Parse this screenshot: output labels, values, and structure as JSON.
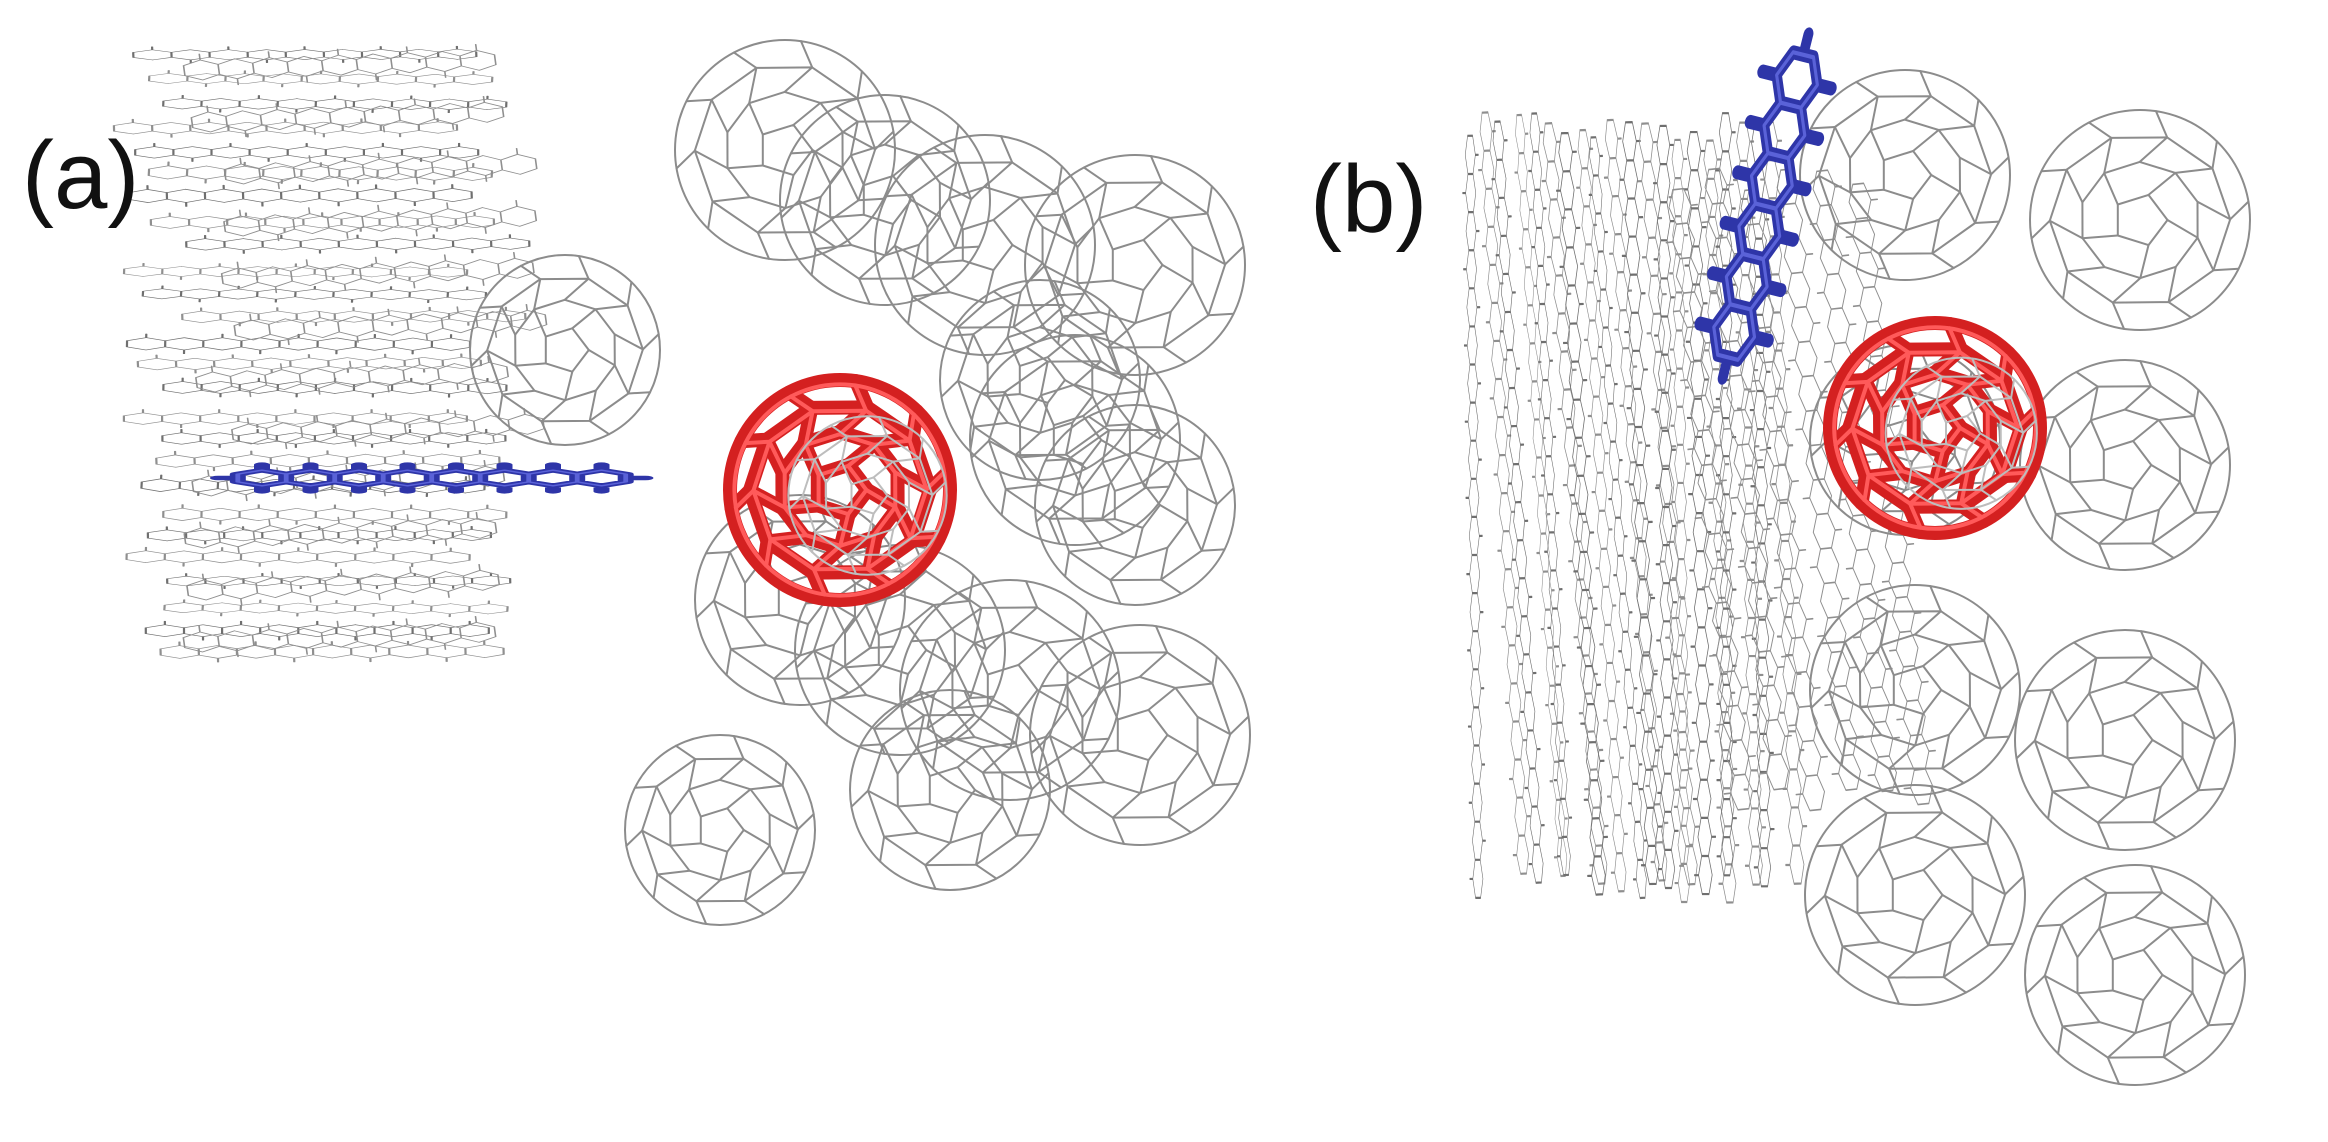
{
  "figure": {
    "panels": [
      {
        "id": "a",
        "label": "(a)",
        "view": "edge-on"
      },
      {
        "id": "b",
        "label": "(b)",
        "view": "tilted"
      }
    ],
    "colors": {
      "background": "#ffffff",
      "framework": "#8f8f8f",
      "framework_dark": "#6f6f6f",
      "fullerene_wire": "#8c8c8c",
      "guest_planar": "#2e35a8",
      "guest_planar_highlight": "#5a62d8",
      "guest_fullerene": "#d42020",
      "guest_fullerene_highlight": "#ff5a5a"
    }
  }
}
